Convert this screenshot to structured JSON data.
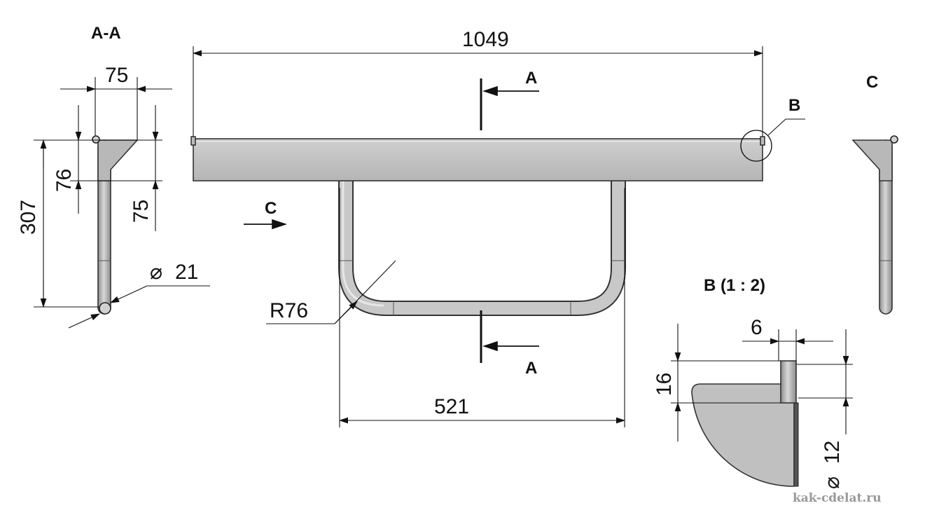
{
  "labels": {
    "section_aa": "A-A",
    "section_a_top": "A",
    "section_a_bottom": "A",
    "view_c": "C",
    "view_c_arrow": "C",
    "detail_b_marker": "B",
    "detail_b_title": "B  (1 : 2)"
  },
  "dimensions": {
    "overall_length": "1049",
    "handle_span": "521",
    "bend_radius": "R76",
    "section_width": "75",
    "section_total_height": "307",
    "section_flange_height": "76",
    "section_plate_height": "75",
    "tube_diameter": "21",
    "detail_slot_width": "6",
    "detail_slot_height": "16",
    "detail_pin_diameter": "12"
  },
  "symbols": {
    "diameter_glyph": "⌀"
  },
  "watermark": "kak-cdelat.ru",
  "colors": {
    "steel_fill": "#c4c4c4",
    "steel_dark": "#9a9a9a",
    "line": "#111111"
  }
}
